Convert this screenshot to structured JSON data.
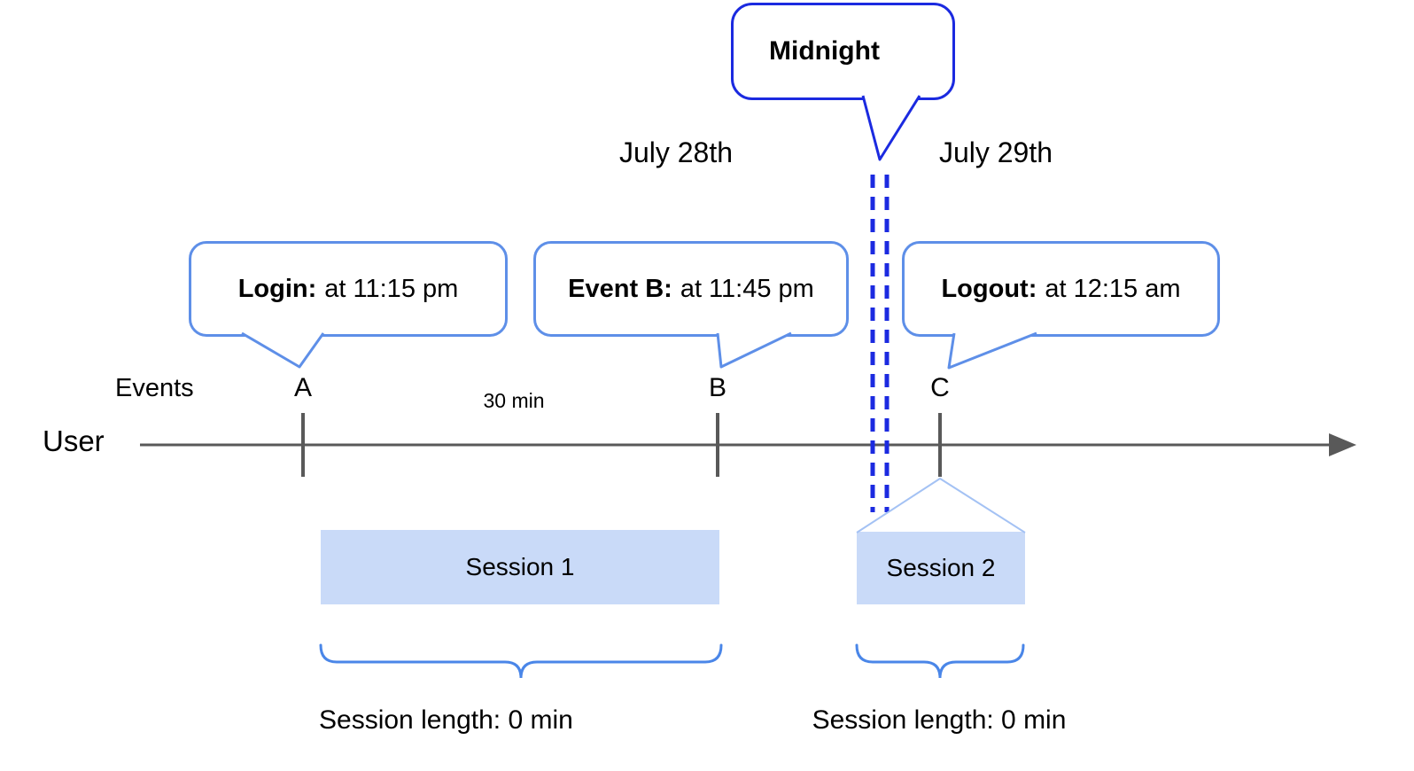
{
  "colors": {
    "timeline_gray": "#595959",
    "strong_blue": "#1b2ae0",
    "bubble_border": "#5e8fe8",
    "brace_blue": "#4a86e8",
    "funnel_blue": "#a4c2f4",
    "session_fill": "#c9daf8"
  },
  "midnight_callout": {
    "label": "Midnight"
  },
  "dates": {
    "left": "July 28th",
    "right": "July 29th"
  },
  "callouts": [
    {
      "label": "Login:",
      "text": "at 11:15 pm"
    },
    {
      "label": "Event B:",
      "text": "at 11:45 pm"
    },
    {
      "label": "Logout:",
      "text": "at 12:15 am"
    }
  ],
  "markers": [
    {
      "id": "A"
    },
    {
      "id": "B"
    },
    {
      "id": "C"
    }
  ],
  "axis": {
    "events_label": "Events",
    "user_label": "User",
    "interval_label": "30 min"
  },
  "sessions": [
    {
      "name": "Session 1",
      "length_label": "Session length: 0 min"
    },
    {
      "name": "Session 2",
      "length_label": "Session length: 0 min"
    }
  ]
}
